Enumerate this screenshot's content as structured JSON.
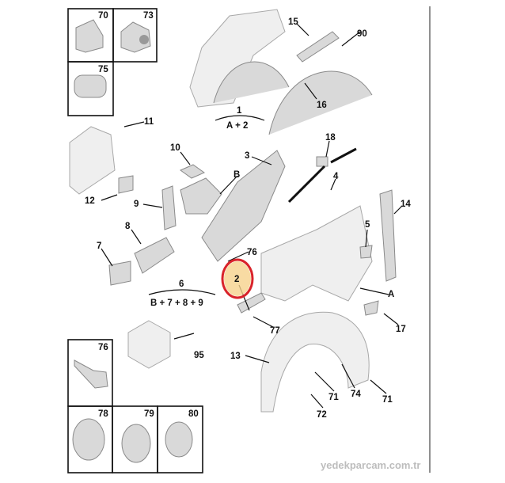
{
  "diagram": {
    "watermark": "yedekparcam.com.tr",
    "highlight_color": "#d9232a",
    "highlight_fill": "#f6d28c",
    "inset_top": {
      "box_70": "70",
      "box_73": "73",
      "box_75": "75"
    },
    "inset_bottom": {
      "box_76": "76",
      "box_78": "78",
      "box_79": "79",
      "box_80": "80"
    },
    "labels": {
      "l15": "15",
      "l90": "90",
      "l16": "16",
      "l1": "1",
      "l1_group": "A + 2",
      "l11": "11",
      "l10": "10",
      "l3": "3",
      "l18": "18",
      "lB": "B",
      "l4": "4",
      "l14": "14",
      "l9": "9",
      "l12": "12",
      "l8": "8",
      "l5": "5",
      "l7": "7",
      "l76": "76",
      "l2": "2",
      "l6": "6",
      "l6_group": "B + 7 + 8 + 9",
      "lA": "A",
      "l77": "77",
      "l17": "17",
      "l13": "13",
      "l95": "95",
      "l71a": "71",
      "l74": "74",
      "l71b": "71",
      "l72": "72"
    }
  }
}
